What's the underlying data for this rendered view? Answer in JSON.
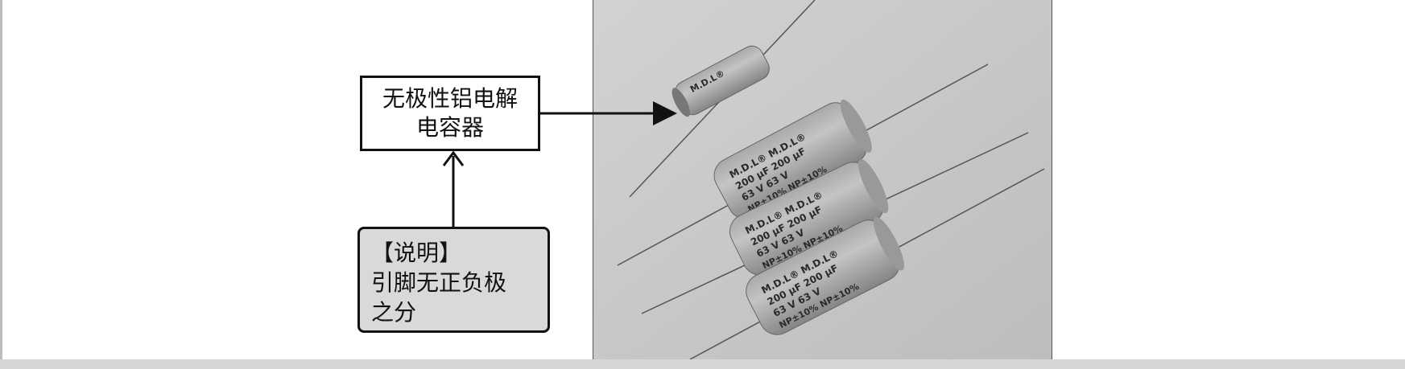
{
  "label_box": {
    "text": "无极性铝电解\n电容器"
  },
  "note": {
    "heading": "【说明】",
    "line1": "引脚无正负极",
    "line2": "之分"
  },
  "photo": {
    "capacitors": [
      {
        "line1": "M.D.L®",
        "line2": "",
        "line3": "",
        "line4": ""
      },
      {
        "line1": "M.D.L®  M.D.L®",
        "line2": "200 μF   200 μF",
        "line3": "63 V    63 V",
        "line4": "NP±10%  NP±10%"
      },
      {
        "line1": "M.D.L®  M.D.L®",
        "line2": "200 μF   200 μF",
        "line3": "63 V    63 V",
        "line4": "NP±10%  NP±10%"
      },
      {
        "line1": "M.D.L®  M.D.L®",
        "line2": "200 μF   200 μF",
        "line3": "63 V    63 V",
        "line4": "NP±10%  NP±10%"
      }
    ]
  }
}
